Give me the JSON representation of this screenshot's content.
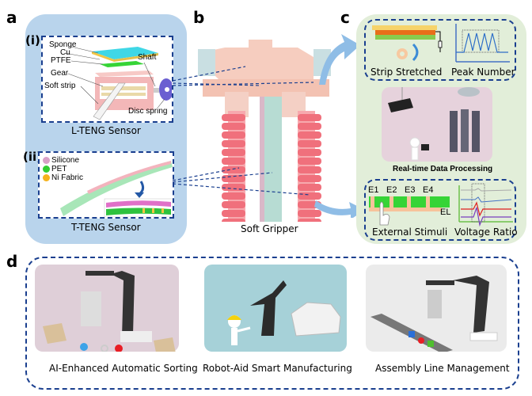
{
  "panels": {
    "a": {
      "letter": "a",
      "sub_i": {
        "label": "(i)",
        "parts": [
          "Sponge",
          "Cu",
          "PTFE",
          "Gear",
          "Soft strip",
          "Shaft",
          "Disc spring"
        ],
        "caption": "L-TENG Sensor"
      },
      "sub_ii": {
        "label": "(ii)",
        "legend": [
          {
            "name": "Silicone",
            "color": "#d9a0c8"
          },
          {
            "name": "PET",
            "color": "#33cc33"
          },
          {
            "name": "Ni Fabric",
            "color": "#f5b21c"
          }
        ],
        "caption": "T-TENG Sensor"
      }
    },
    "b": {
      "letter": "b",
      "caption": "Soft Gripper"
    },
    "c": {
      "letter": "c",
      "top": {
        "strip_label": "Strip Stretched",
        "peak_label": "Peak Number"
      },
      "middle": {
        "caption": "Real-time Data Processing"
      },
      "bottom": {
        "electrodes": [
          "E1",
          "E2",
          "E3",
          "E4"
        ],
        "electrode_l": "EL",
        "stimuli_label": "External Stimuli",
        "voltage_label": "Voltage Ratio"
      }
    },
    "d": {
      "letter": "d",
      "scenes": [
        {
          "caption": "AI-Enhanced Automatic Sorting"
        },
        {
          "caption": "Robot-Aid Smart Manufacturing"
        },
        {
          "caption": "Assembly Line Management"
        }
      ]
    }
  },
  "colors": {
    "panel_a_bg": "#b9d4ec",
    "panel_c_bg": "#e2eed9",
    "dash_blue": "#1a3f8f",
    "arrow_blue": "#8fbde6",
    "gripper_pink": "#f07a86",
    "gripper_frame": "#f6cdbf"
  }
}
